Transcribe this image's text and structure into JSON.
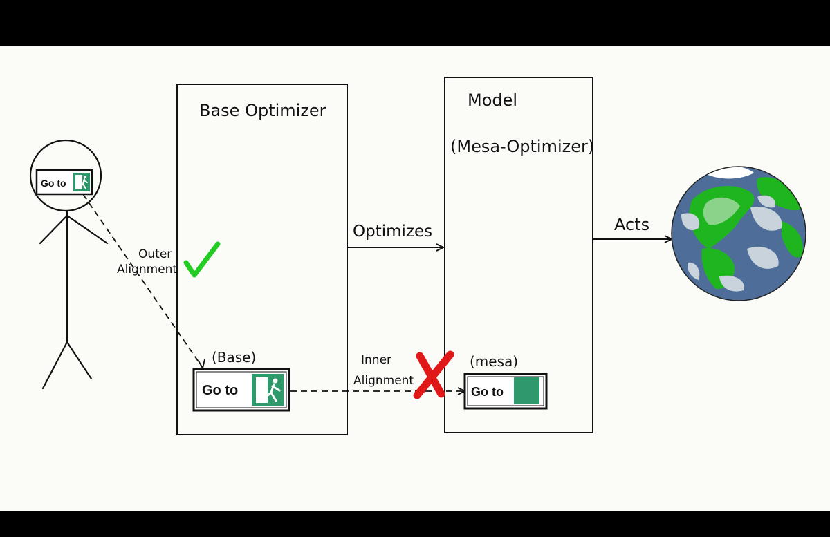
{
  "diagram": {
    "base_optimizer_label": "Base Optimizer",
    "model_label": "Model",
    "mesa_optimizer_label": "(Mesa-Optimizer)",
    "optimizes_label": "Optimizes",
    "acts_label": "Acts",
    "outer_alignment_line1": "Outer",
    "outer_alignment_line2": "Alignment",
    "inner_alignment_line1": "Inner",
    "inner_alignment_line2": "Alignment",
    "base_tag": "(Base)",
    "mesa_tag": "(mesa)",
    "human_sign_text": "Go to",
    "base_sign_text": "Go to",
    "mesa_sign_text": "Go to",
    "outer_alignment_status": "check",
    "inner_alignment_status": "cross"
  },
  "colors": {
    "exit_green": "#2e9a6c",
    "check_green": "#22cc22",
    "cross_red": "#e01818",
    "ocean": "#4e6e99",
    "land": "#1fb51f",
    "cloud": "#c9d3dc"
  }
}
